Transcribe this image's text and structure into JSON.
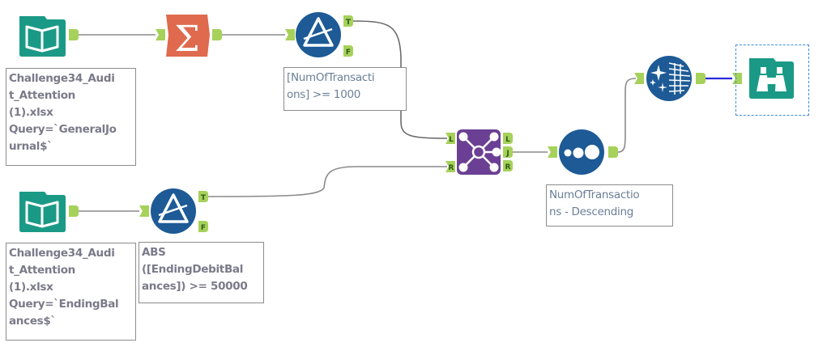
{
  "colors": {
    "input_green": "#1a9a86",
    "summarize_orange": "#df6a4e",
    "filter_blue": "#1d5a96",
    "join_purple": "#6b3f94",
    "sort_blue": "#1d5a96",
    "formula_blue": "#1d5a96",
    "browse_green": "#1a9a86",
    "anchor_green": "#a6d15a",
    "connector_gray": "#8a8a8a",
    "connector_selected": "#2a2adb",
    "selection_border": "#3a8ee6"
  },
  "tools": [
    {
      "id": "input1",
      "type": "input-data",
      "icon": "book-icon",
      "annotation": "Challenge34_Audi\nt_Attention\n(1).xlsx\nQuery=`GeneralJo\nurnal$`"
    },
    {
      "id": "summarize",
      "type": "summarize",
      "icon": "sigma-icon",
      "annotation": ""
    },
    {
      "id": "filter1",
      "type": "filter",
      "icon": "prism-icon",
      "anchors": [
        "T",
        "F"
      ],
      "annotation": "[NumOfTransacti\nons] >= 1000"
    },
    {
      "id": "input2",
      "type": "input-data",
      "icon": "book-icon",
      "annotation": "Challenge34_Audi\nt_Attention\n(1).xlsx\nQuery=`EndingBal\nances$`"
    },
    {
      "id": "filter2",
      "type": "filter",
      "icon": "prism-icon",
      "anchors": [
        "T",
        "F"
      ],
      "annotation": "ABS\n([EndingDebitBal\nances]) >= 50000"
    },
    {
      "id": "join",
      "type": "join",
      "icon": "join-network-icon",
      "input_anchors": [
        "L",
        "R"
      ],
      "output_anchors": [
        "L",
        "J",
        "R"
      ],
      "annotation": ""
    },
    {
      "id": "sort",
      "type": "sort",
      "icon": "dots-icon",
      "annotation": "NumOfTransactio\nns - Descending"
    },
    {
      "id": "formula",
      "type": "multi-row-formula",
      "icon": "sparkle-table-icon",
      "annotation": ""
    },
    {
      "id": "browse",
      "type": "browse",
      "icon": "binoculars-icon",
      "selected": true,
      "annotation": ""
    }
  ],
  "labels": {
    "T": "T",
    "F": "F",
    "L": "L",
    "R": "R",
    "J": "J"
  }
}
